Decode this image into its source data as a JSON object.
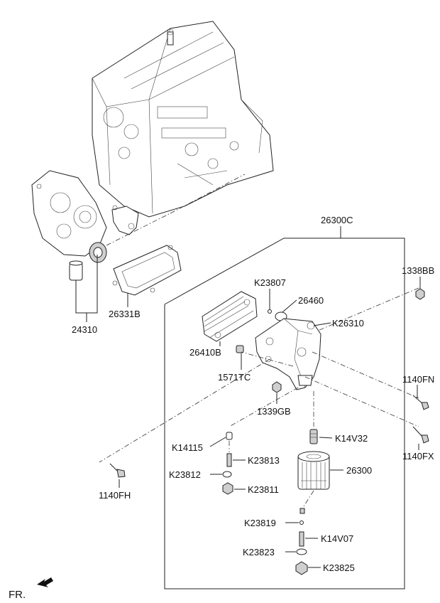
{
  "labels": {
    "p26300C": "26300C",
    "p1338BB": "1338BB",
    "pK23807": "K23807",
    "p26460": "26460",
    "pK26310": "K26310",
    "p26410B": "26410B",
    "p1571TC": "1571TC",
    "p1140FN": "1140FN",
    "p1339GB": "1339GB",
    "p26331B": "26331B",
    "p24310": "24310",
    "pK14V32": "K14V32",
    "p1140FX": "1140FX",
    "pK14115": "K14115",
    "pK23813": "K23813",
    "pK23812": "K23812",
    "p26300": "26300",
    "pK23811": "K23811",
    "p1140FH": "1140FH",
    "pK23819": "K23819",
    "pK14V07": "K14V07",
    "pK23823": "K23823",
    "pK23825": "K23825"
  },
  "direction": {
    "label": "FR."
  }
}
